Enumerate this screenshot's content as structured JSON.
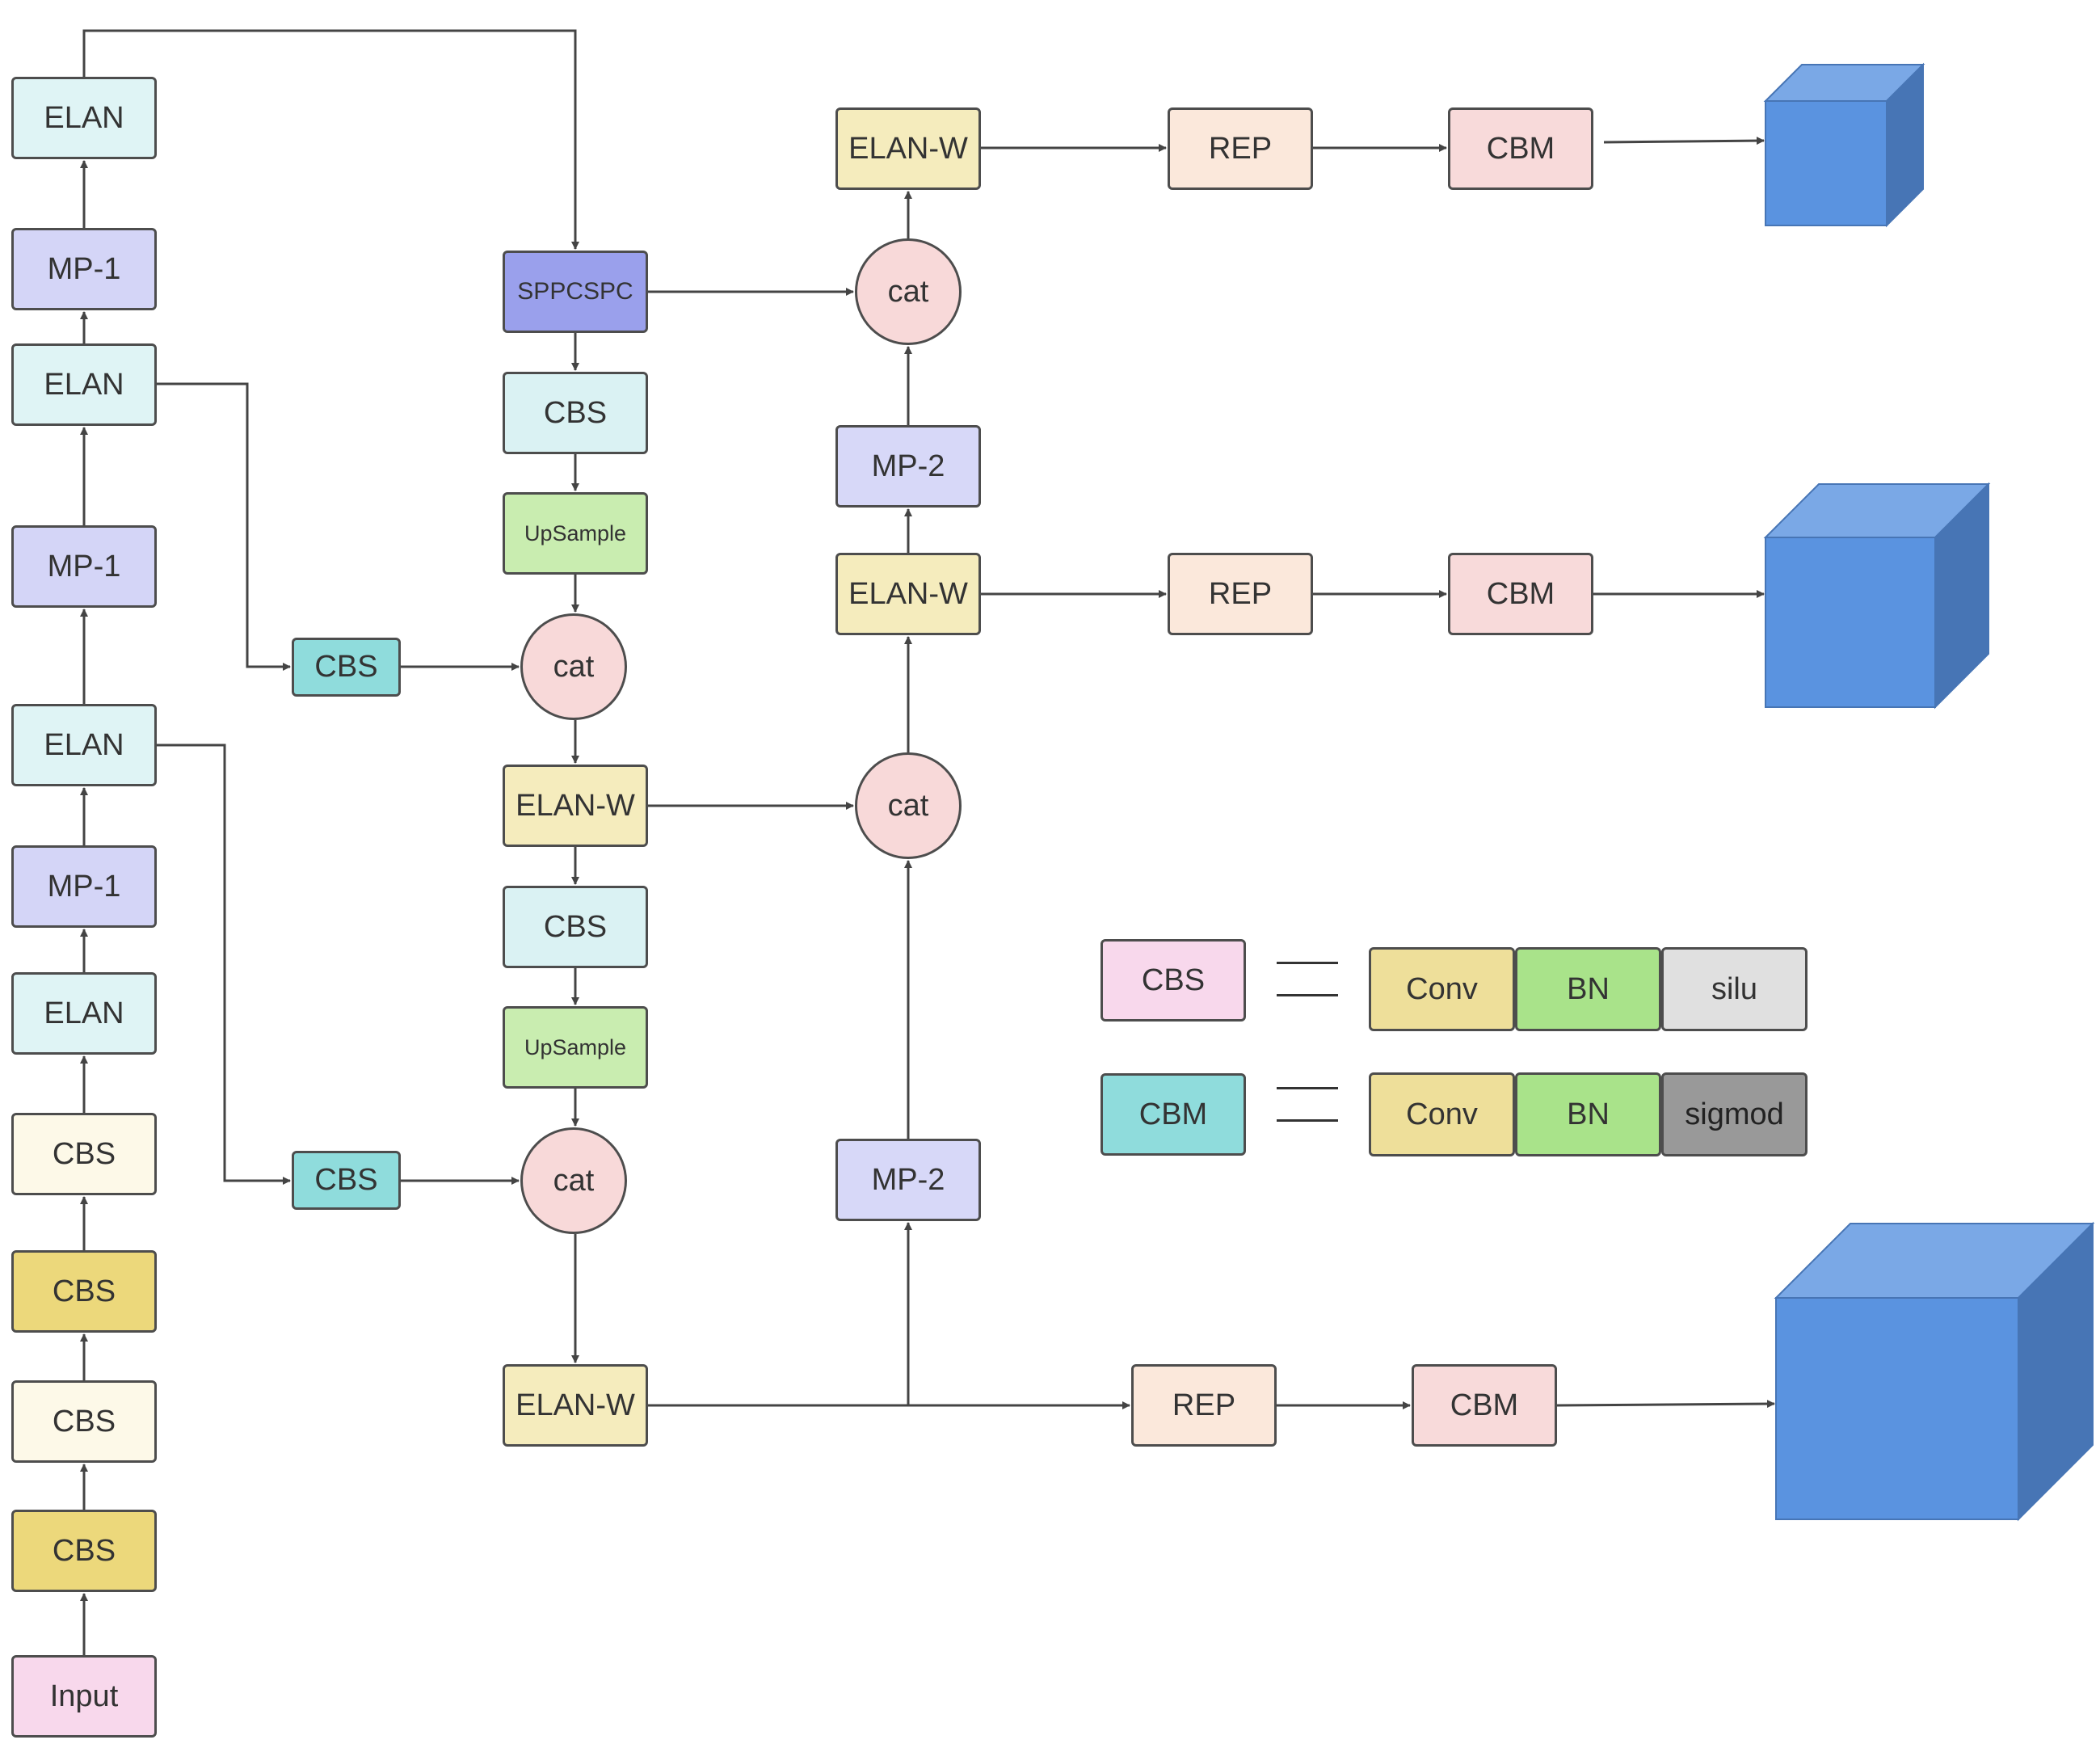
{
  "colors": {
    "elan": "#dff4f5",
    "mp1": "#d4d5f7",
    "cbs_cream": "#fdf9e8",
    "cbs_gold": "#ecd87b",
    "input": "#f8d8ec",
    "sppcspc": "#9aa0ec",
    "cbs_light": "#daf2f3",
    "upsample": "#c9edb0",
    "cat": "#f8d9d9",
    "cbs_teal": "#8fdcdc",
    "elanw": "#f5ecbd",
    "mp2": "#d7d8f8",
    "rep": "#fbe8db",
    "cbm": "#f8dada",
    "legend_cbs": "#f8d8ec",
    "legend_cbm": "#8fdcdc",
    "conv": "#eedf9a",
    "bn": "#a9e38a",
    "silu": "#e0e0e0",
    "sigmod": "#999999",
    "cube_front": "#5a93e0",
    "cube_top": "#7aa8e6",
    "cube_side": "#4775b5",
    "line": "#444444"
  },
  "backbone": {
    "input": "Input",
    "cbs_1": "CBS",
    "cbs_2": "CBS",
    "cbs_3": "CBS",
    "cbs_4": "CBS",
    "elan_1": "ELAN",
    "mp1_1": "MP-1",
    "elan_2": "ELAN",
    "mp1_2": "MP-1",
    "elan_3": "ELAN",
    "mp1_3": "MP-1",
    "elan_4": "ELAN"
  },
  "neck": {
    "sppcspc": "SPPCSPC",
    "cbs_a": "CBS",
    "upsample_a": "UpSample",
    "lateral_cbs_a": "CBS",
    "cat_a": "cat",
    "elanw_a": "ELAN-W",
    "cbs_b": "CBS",
    "upsample_b": "UpSample",
    "lateral_cbs_b": "CBS",
    "cat_b": "cat",
    "elanw_b": "ELAN-W",
    "mp2_a": "MP-2",
    "cat_c": "cat",
    "elanw_c": "ELAN-W",
    "mp2_b": "MP-2",
    "cat_d": "cat",
    "elanw_d": "ELAN-W"
  },
  "head": {
    "rep_top": "REP",
    "cbm_top": "CBM",
    "rep_mid": "REP",
    "cbm_mid": "CBM",
    "rep_bottom": "REP",
    "cbm_bottom": "CBM"
  },
  "legend": {
    "cbs": {
      "label": "CBS",
      "equals": "=",
      "parts": [
        "Conv",
        "BN",
        "silu"
      ]
    },
    "cbm": {
      "label": "CBM",
      "equals": "=",
      "parts": [
        "Conv",
        "BN",
        "sigmod"
      ]
    }
  }
}
